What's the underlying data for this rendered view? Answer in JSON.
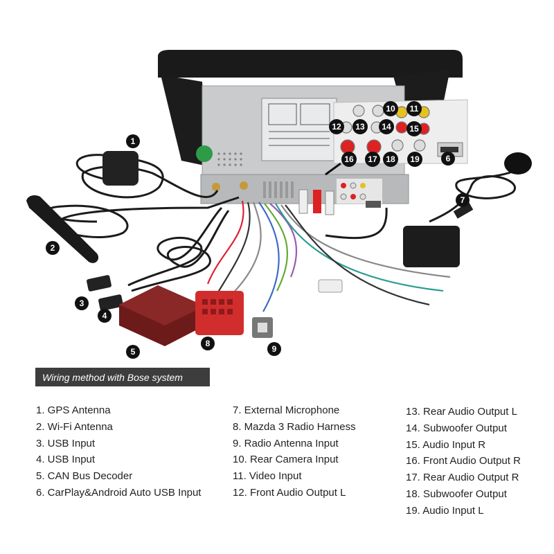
{
  "callouts": {
    "n1": "1",
    "n2": "2",
    "n3": "3",
    "n4": "4",
    "n5": "5",
    "n6": "6",
    "n7": "7",
    "n8": "8",
    "n9": "9",
    "n10": "10",
    "n11": "11",
    "n12": "12",
    "n13": "13",
    "n14": "14",
    "n15": "15",
    "n16": "16",
    "n17": "17",
    "n18": "18",
    "n19": "19"
  },
  "banner": "Wiring method with Bose system",
  "legend": {
    "col1": [
      "1. GPS Antenna",
      "2. Wi-Fi Antenna",
      "3. USB Input",
      "4. USB Input",
      "5. CAN Bus Decoder",
      "6. CarPlay&Android Auto USB Input"
    ],
    "col2": [
      "7. External Microphone",
      "8. Mazda 3 Radio Harness",
      "9. Radio Antenna Input",
      "10. Rear Camera Input",
      "11. Video Input",
      "12. Front Audio Output L"
    ],
    "col3": [
      "13. Rear Audio Output L",
      "14. Subwoofer Output",
      "15. Audio Input R",
      "16. Front Audio Output R",
      "17. Rear Audio Output R",
      "18. Subwoofer Output",
      "19. Audio Input L"
    ]
  }
}
